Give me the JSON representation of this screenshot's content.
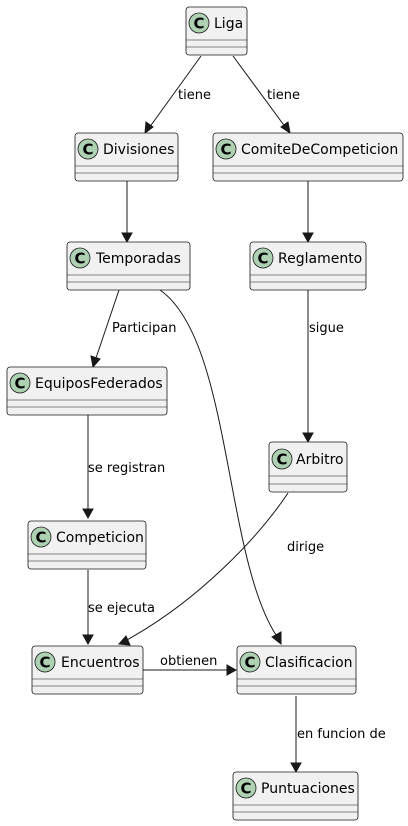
{
  "classes": {
    "liga": "Liga",
    "divisiones": "Divisiones",
    "comite": "ComiteDeCompeticion",
    "temporadas": "Temporadas",
    "reglamento": "Reglamento",
    "equipos": "EquiposFederados",
    "arbitro": "Arbitro",
    "competicion": "Competicion",
    "encuentros": "Encuentros",
    "clasificacion": "Clasificacion",
    "puntuaciones": "Puntuaciones"
  },
  "badge_letter": "C",
  "relations": {
    "liga_divisiones": "tiene",
    "liga_comite": "tiene",
    "temporadas_equipos": "Participan",
    "reglamento_arbitro": "sigue",
    "equipos_competicion": "se registran",
    "arbitro_encuentros": "dirige",
    "competicion_encuentros": "se ejecuta",
    "encuentros_clasificacion": "obtienen",
    "clasificacion_puntuaciones": "en funcion de"
  },
  "colors": {
    "class_fill": "#f1f1f1",
    "badge_fill": "#add1b2",
    "line": "#181818"
  }
}
